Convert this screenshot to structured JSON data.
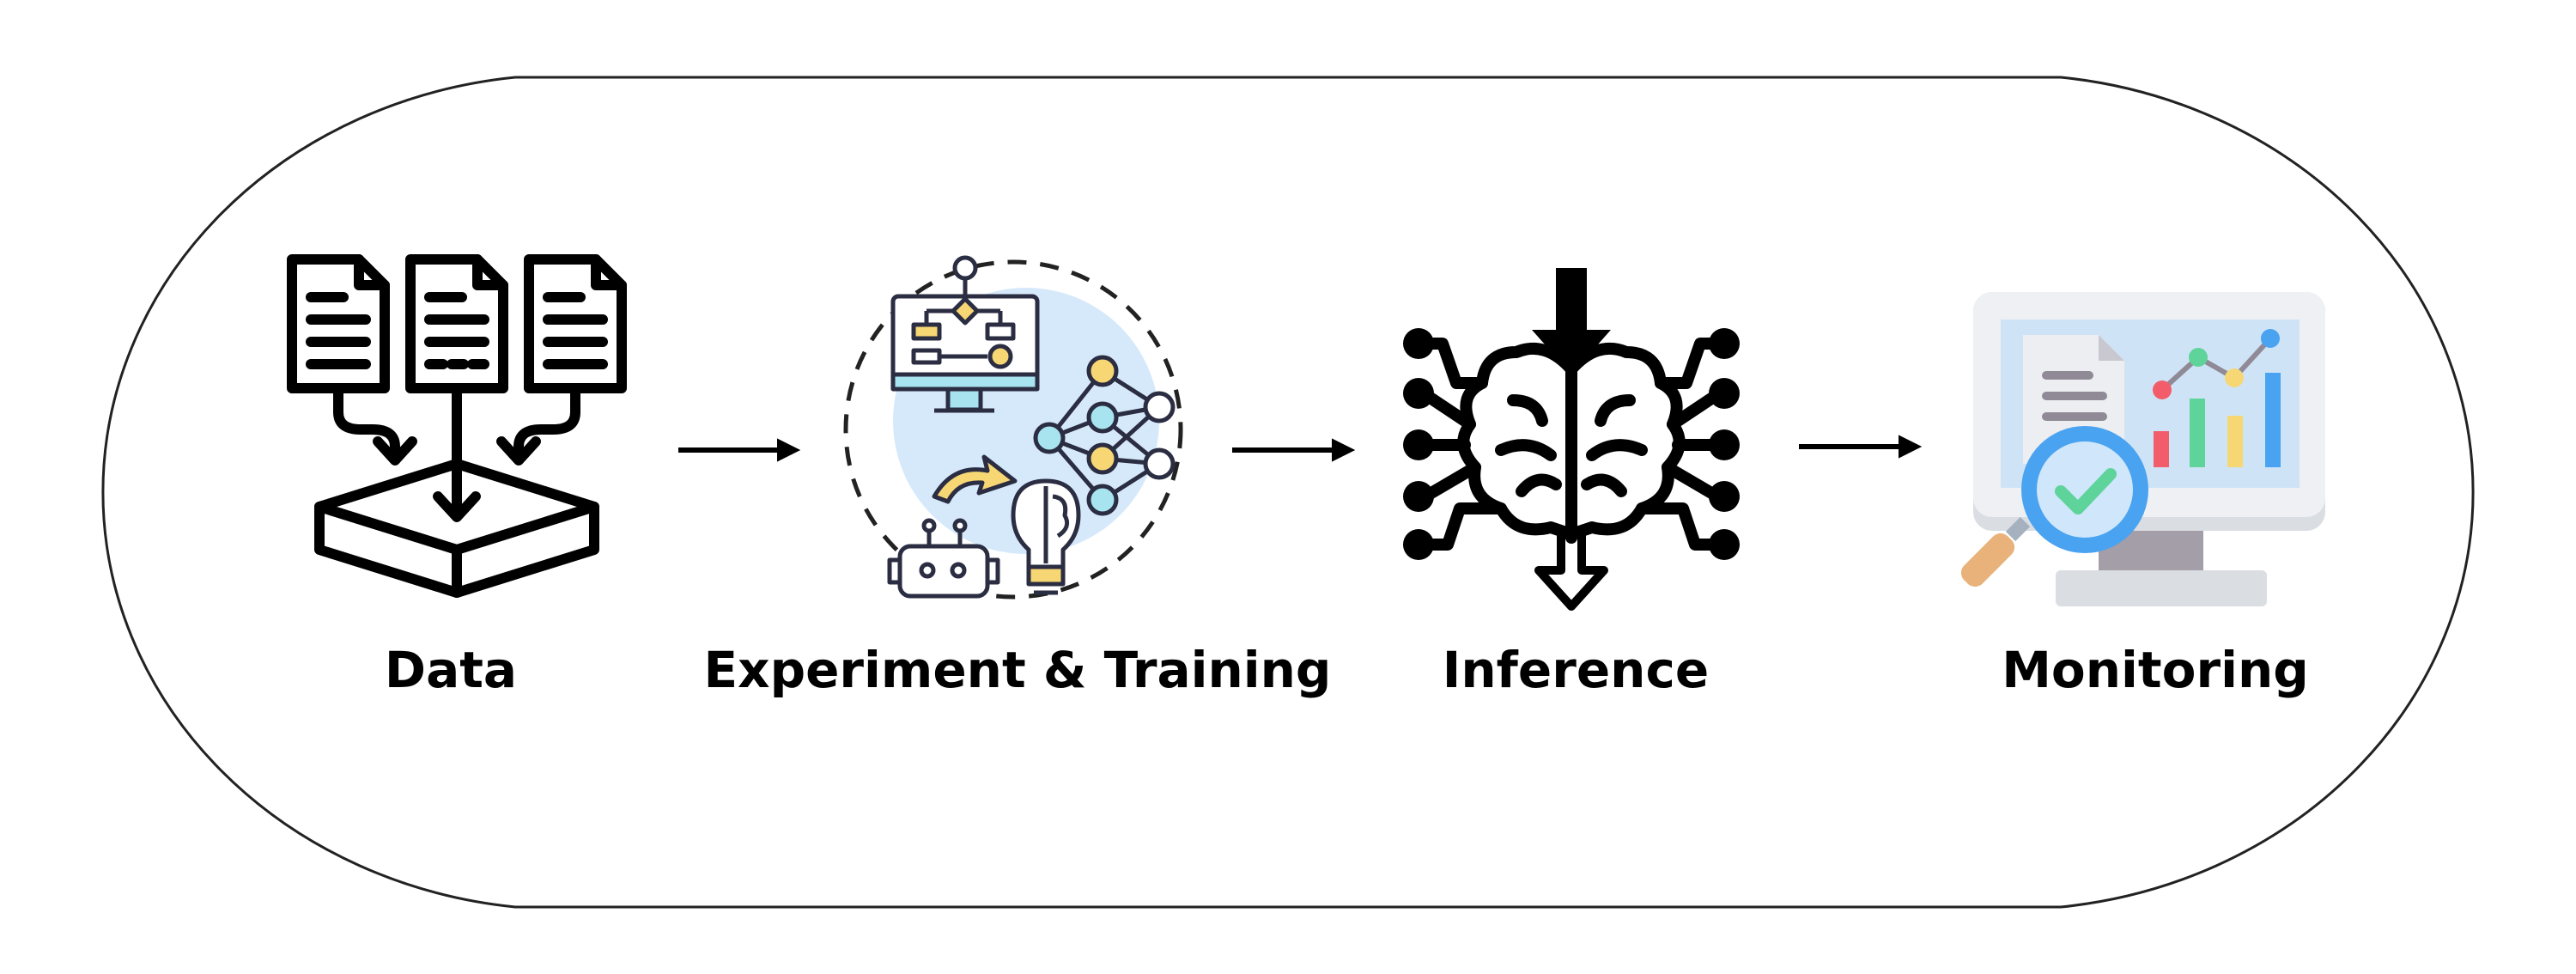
{
  "stages": [
    {
      "label": "Data",
      "icon": "data-merge-icon"
    },
    {
      "label": "Experiment & Training",
      "icon": "experiment-training-icon"
    },
    {
      "label": "Inference",
      "icon": "brain-circuit-icon"
    },
    {
      "label": "Monitoring",
      "icon": "monitoring-dashboard-icon"
    }
  ],
  "colors": {
    "outline": "#000000",
    "soft_blue": "#d6e9fb",
    "yellow": "#f7d774",
    "cyan": "#a8e3f0",
    "red": "#f25c6b",
    "green": "#5ed39a",
    "bar_blue": "#4aa3f0",
    "orange_handle": "#e8b27a",
    "screen_grey": "#e6e9ee"
  }
}
